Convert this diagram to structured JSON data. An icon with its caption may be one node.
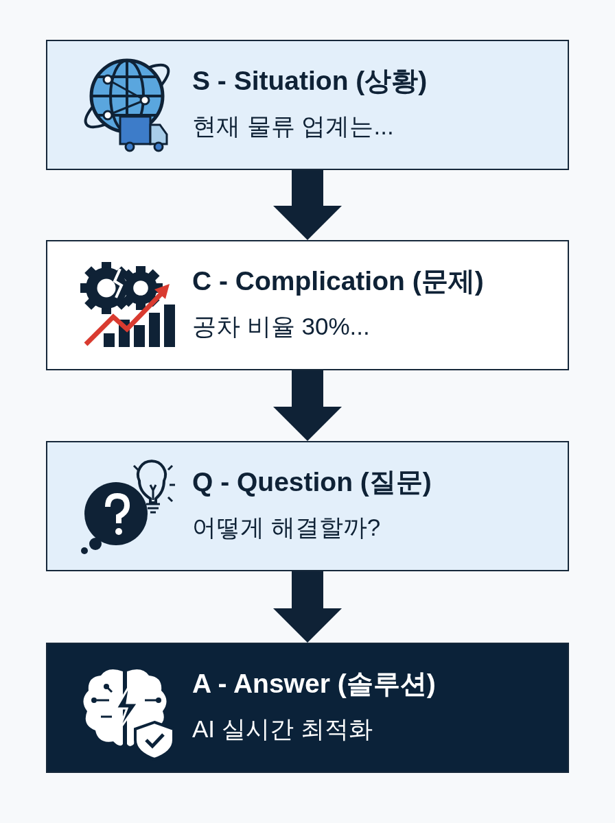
{
  "diagram": {
    "nodes": [
      {
        "text": [
          "S - Situation (상황)",
          "현재 물류 업계는..."
        ]
      },
      {
        "text": [
          "C - Complication (문제)",
          "공차 비율 30%..."
        ]
      },
      {
        "text": [
          "Q - Question (질문)",
          "어떻게 해결할까?"
        ]
      },
      {
        "text": [
          "A - Answer (솔루션)",
          "AI 실시간 최적화"
        ]
      }
    ],
    "edges": [
      {
        "from": 0,
        "to": 1,
        "arrow": "to"
      },
      {
        "from": 1,
        "to": 2,
        "arrow": "to"
      },
      {
        "from": 2,
        "to": 3,
        "arrow": "to"
      }
    ]
  }
}
